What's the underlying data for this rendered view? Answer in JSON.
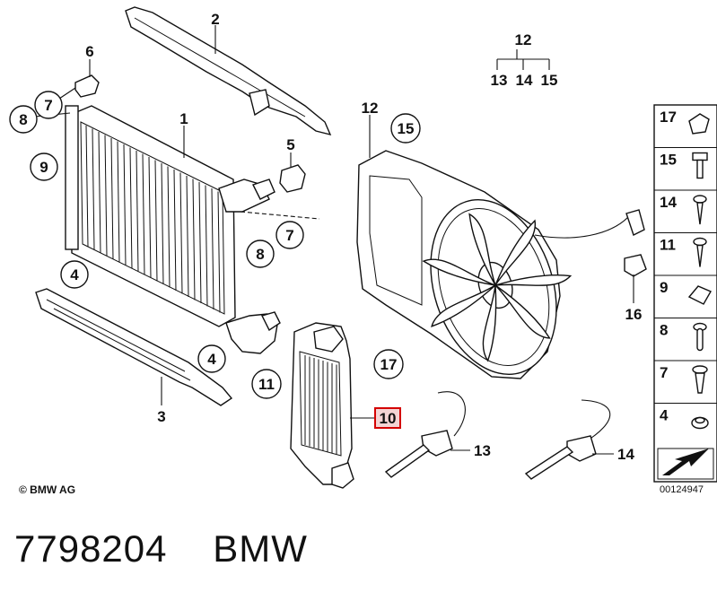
{
  "callouts": {
    "c1": "1",
    "c2": "2",
    "c3": "3",
    "c4a": "4",
    "c4b": "4",
    "c5": "5",
    "c6": "6",
    "c7a": "7",
    "c7b": "7",
    "c8a": "8",
    "c8b": "8",
    "c9": "9",
    "c10": "10",
    "c11": "11",
    "c12a": "12",
    "c12b": "12",
    "c13a": "13",
    "c13b": "13",
    "c14a": "14",
    "c14b": "14",
    "c15a": "15",
    "c15b": "15",
    "c17": "17"
  },
  "sidebar": {
    "items": [
      {
        "num": "17",
        "icon": "clip-icon"
      },
      {
        "num": "15",
        "icon": "bolt-icon"
      },
      {
        "num": "14",
        "icon": "screw-icon"
      },
      {
        "num": "11",
        "icon": "screw-icon"
      },
      {
        "num": "9",
        "icon": "spring-clip-icon"
      },
      {
        "num": "8",
        "icon": "pin-icon"
      },
      {
        "num": "7",
        "icon": "expanding-rivet-icon"
      },
      {
        "num": "4",
        "icon": "grommet-icon"
      }
    ]
  },
  "copyright": "© BMW AG",
  "ref_code": "00124947",
  "footer": {
    "part_number": "7798204",
    "brand": "BMW"
  },
  "colors": {
    "highlight": "#d40000",
    "highlight_fill": "#f4d4d4"
  }
}
